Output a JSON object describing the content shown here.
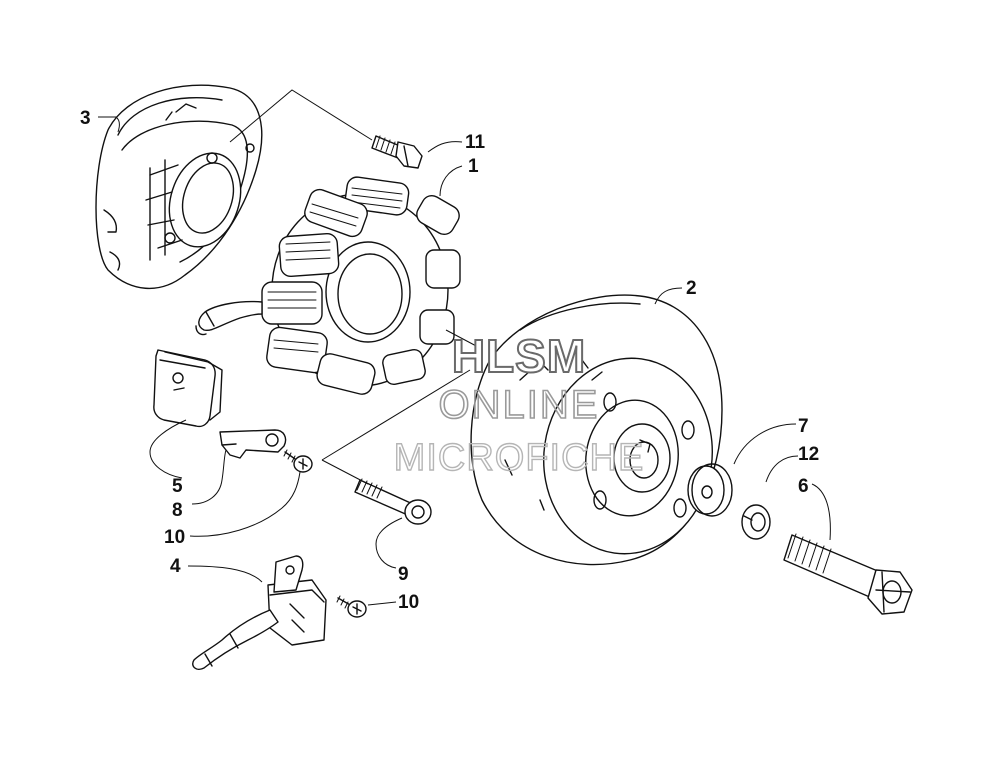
{
  "callouts": {
    "c1": "1",
    "c2": "2",
    "c3": "3",
    "c4": "4",
    "c5": "5",
    "c6": "6",
    "c7": "7",
    "c8": "8",
    "c9": "9",
    "c10a": "10",
    "c10b": "10",
    "c11": "11",
    "c12": "12"
  },
  "watermark": {
    "line1": "HLSM",
    "line2": "ONLINE",
    "line3": "MICROFICHE"
  }
}
